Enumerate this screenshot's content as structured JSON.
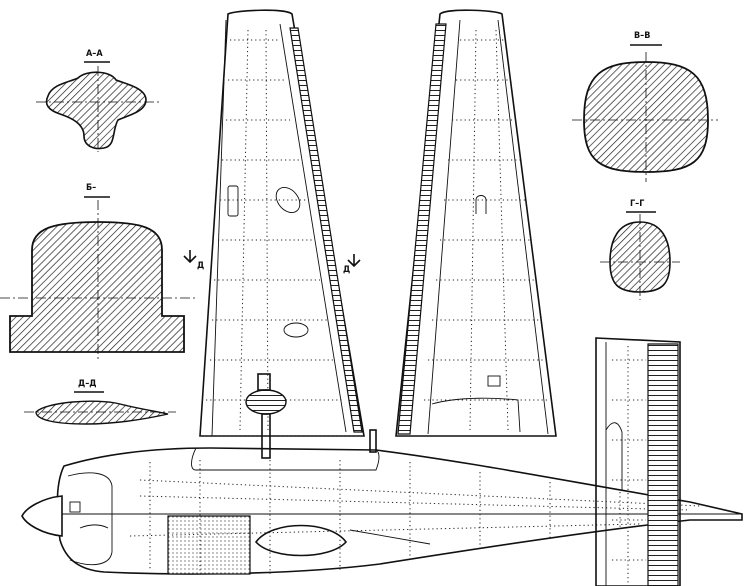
{
  "section_labels": {
    "aa": "А–А",
    "bb": "Б–",
    "vv": "В–В",
    "gg": "Г–Г",
    "dd": "Д–Д"
  },
  "cut_marks": {
    "left": "Д",
    "right": "Д"
  }
}
